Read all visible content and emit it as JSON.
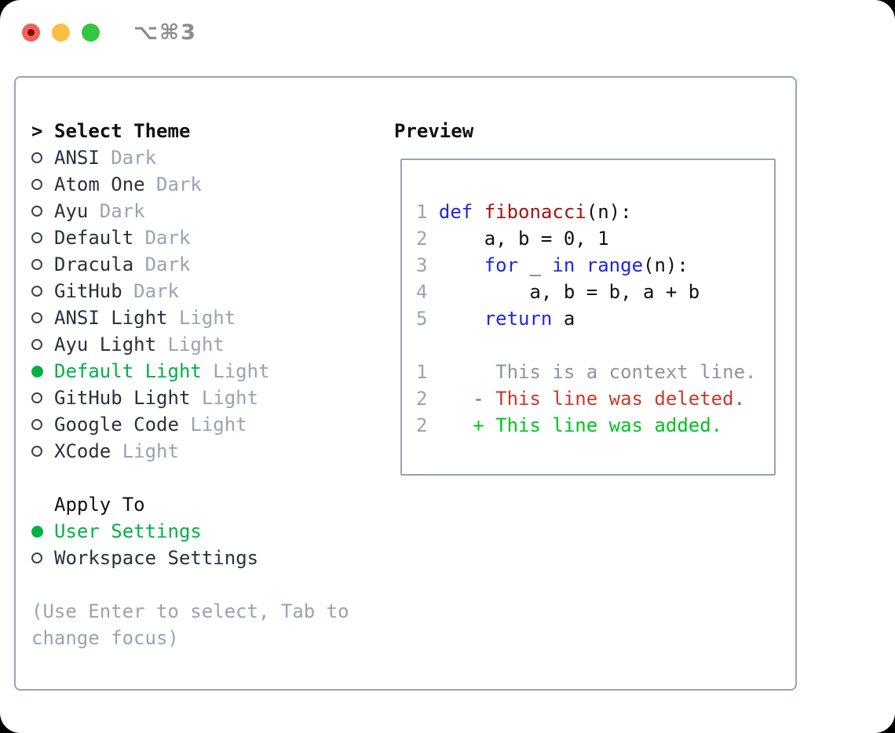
{
  "window": {
    "title": "⌥⌘3"
  },
  "theme_selector": {
    "header_prefix": ">",
    "header": "Select Theme",
    "items": [
      {
        "name": "ANSI",
        "tag": "Dark",
        "selected": false
      },
      {
        "name": "Atom One",
        "tag": "Dark",
        "selected": false
      },
      {
        "name": "Ayu",
        "tag": "Dark",
        "selected": false
      },
      {
        "name": "Default",
        "tag": "Dark",
        "selected": false
      },
      {
        "name": "Dracula",
        "tag": "Dark",
        "selected": false
      },
      {
        "name": "GitHub",
        "tag": "Dark",
        "selected": false
      },
      {
        "name": "ANSI Light",
        "tag": "Light",
        "selected": false
      },
      {
        "name": "Ayu Light",
        "tag": "Light",
        "selected": false
      },
      {
        "name": "Default Light",
        "tag": "Light",
        "selected": true
      },
      {
        "name": "GitHub Light",
        "tag": "Light",
        "selected": false
      },
      {
        "name": "Google Code",
        "tag": "Light",
        "selected": false
      },
      {
        "name": "XCode",
        "tag": "Light",
        "selected": false
      }
    ]
  },
  "apply_to": {
    "header": "Apply To",
    "options": [
      {
        "name": "User Settings",
        "selected": true
      },
      {
        "name": "Workspace Settings",
        "selected": false
      }
    ]
  },
  "hint": [
    "(Use Enter to select, Tab to",
    "change focus)"
  ],
  "preview": {
    "label": "Preview",
    "code_lines": [
      {
        "num": "1",
        "tokens": [
          [
            "kw",
            "def"
          ],
          [
            "pl",
            " "
          ],
          [
            "fn",
            "fibonacci"
          ],
          [
            "pl",
            "(n):"
          ]
        ]
      },
      {
        "num": "2",
        "tokens": [
          [
            "pl",
            "    a, b = 0, 1"
          ]
        ]
      },
      {
        "num": "3",
        "tokens": [
          [
            "pl",
            "    "
          ],
          [
            "kw",
            "for"
          ],
          [
            "pl",
            " _ "
          ],
          [
            "kw",
            "in"
          ],
          [
            "pl",
            " "
          ],
          [
            "kw",
            "range"
          ],
          [
            "pl",
            "(n):"
          ]
        ]
      },
      {
        "num": "4",
        "tokens": [
          [
            "pl",
            "        a, b = b, a + b"
          ]
        ]
      },
      {
        "num": "5",
        "tokens": [
          [
            "pl",
            "    "
          ],
          [
            "kw",
            "return"
          ],
          [
            "pl",
            " a"
          ]
        ]
      }
    ],
    "diff_lines": [
      {
        "num": "1",
        "kind": "context",
        "text": "     This is a context line."
      },
      {
        "num": "2",
        "kind": "del",
        "text": "   - This line was deleted."
      },
      {
        "num": "2",
        "kind": "add",
        "text": "   + This line was added."
      }
    ]
  },
  "colors": {
    "accent-green": "#00b244",
    "keyword-blue": "#2026e0",
    "function-red": "#a41313",
    "diff-deleted-red": "#c63a2b",
    "diff-added-green": "#00c220",
    "muted-gray": "#9aa3b2",
    "border-gray": "#9aa4b0"
  }
}
